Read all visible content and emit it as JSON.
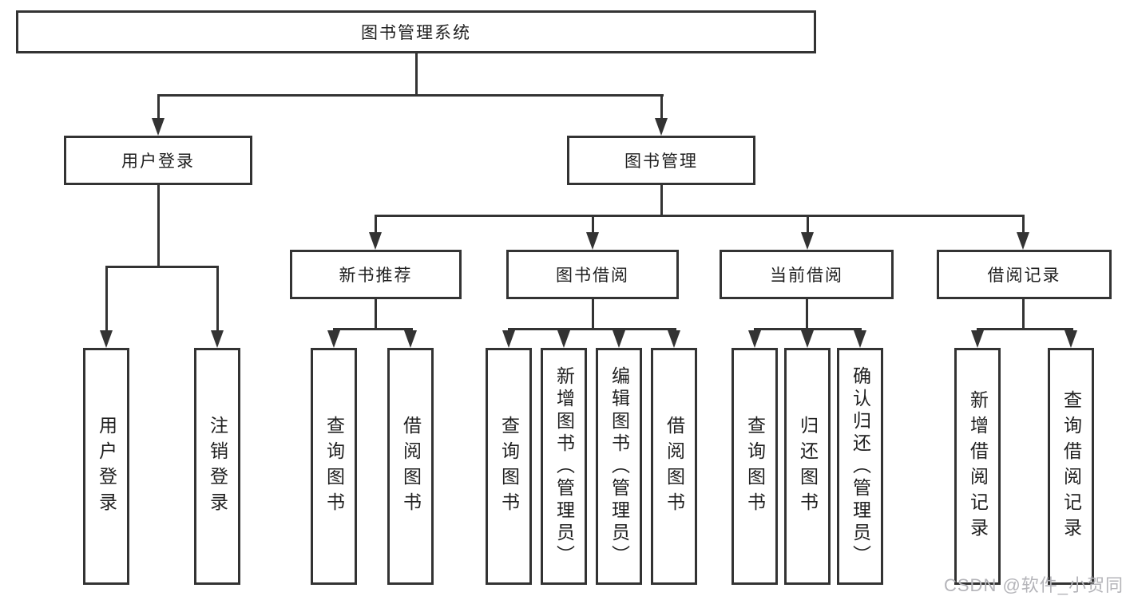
{
  "diagram_title": "图书管理系统",
  "nodes": {
    "root": "图书管理系统",
    "level1": [
      "用户登录",
      "图书管理"
    ],
    "level2": [
      "新书推荐",
      "图书借阅",
      "当前借阅",
      "借阅记录"
    ],
    "leaves_user_login": [
      "用户登录",
      "注销登录"
    ],
    "leaves_new_books": [
      "查询图书",
      "借阅图书"
    ],
    "leaves_borrow": [
      "查询图书",
      "新增图书（管理员）",
      "编辑图书（管理员）",
      "借阅图书"
    ],
    "leaves_current": [
      "查询图书",
      "归还图书",
      "确认归还（管理员）"
    ],
    "leaves_records": [
      "新增借阅记录",
      "查询借阅记录"
    ]
  },
  "colors": {
    "line": "#333333",
    "text": "#1f1f1f",
    "watermark": "#b4b4b9",
    "background": "#ffffff"
  },
  "watermark": {
    "text": "CSDN @软件_小贺同学"
  }
}
